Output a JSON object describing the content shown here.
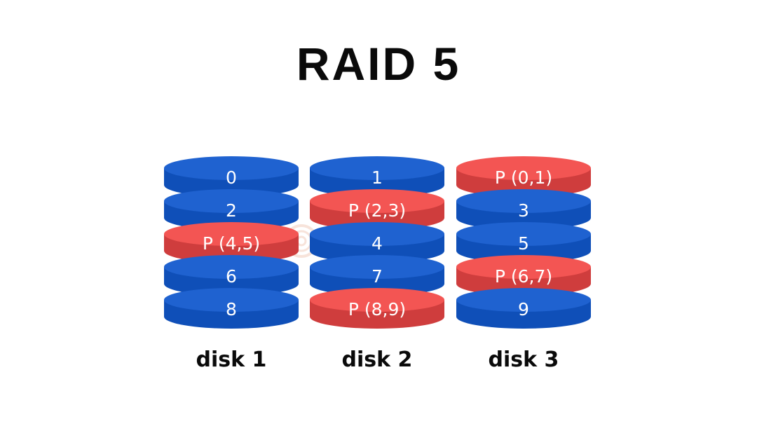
{
  "title": "RAID 5",
  "colors": {
    "data_top": "#1f62d0",
    "data_side": "#0f4fb8",
    "parity_top": "#f35553",
    "parity_side": "#cf3d3d",
    "text": "#ffffff",
    "label": "#0a0a0a"
  },
  "disks": [
    {
      "label": "disk 1",
      "blocks": [
        {
          "text": "0",
          "type": "data"
        },
        {
          "text": "2",
          "type": "data"
        },
        {
          "text": "P (4,5)",
          "type": "parity"
        },
        {
          "text": "6",
          "type": "data"
        },
        {
          "text": "8",
          "type": "data"
        }
      ]
    },
    {
      "label": "disk 2",
      "blocks": [
        {
          "text": "1",
          "type": "data"
        },
        {
          "text": "P (2,3)",
          "type": "parity"
        },
        {
          "text": "4",
          "type": "data"
        },
        {
          "text": "7",
          "type": "data"
        },
        {
          "text": "P (8,9)",
          "type": "parity"
        }
      ]
    },
    {
      "label": "disk 3",
      "blocks": [
        {
          "text": "P (0,1)",
          "type": "parity"
        },
        {
          "text": "3",
          "type": "data"
        },
        {
          "text": "5",
          "type": "data"
        },
        {
          "text": "P (6,7)",
          "type": "parity"
        },
        {
          "text": "9",
          "type": "data"
        }
      ]
    }
  ]
}
